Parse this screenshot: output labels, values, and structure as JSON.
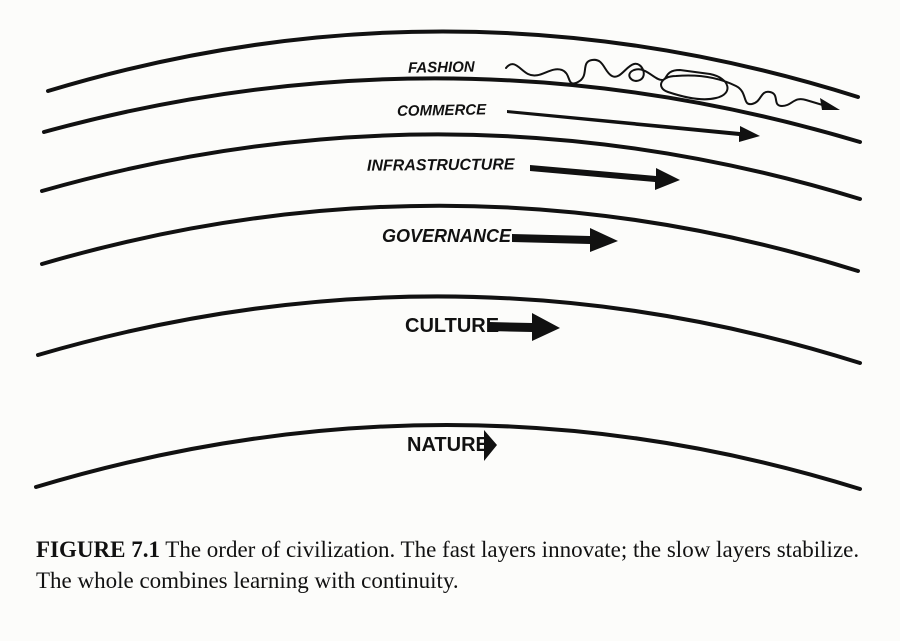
{
  "diagram": {
    "layers": [
      {
        "id": "fashion",
        "label": "FASHION"
      },
      {
        "id": "commerce",
        "label": "COMMERCE"
      },
      {
        "id": "infrastructure",
        "label": "INFRASTRUCTURE"
      },
      {
        "id": "governance",
        "label": "GOVERNANCE"
      },
      {
        "id": "culture",
        "label": "CULTURE"
      },
      {
        "id": "nature",
        "label": "NATURE"
      }
    ]
  },
  "caption": {
    "figure_number": "FIGURE 7.1",
    "text": "The order of civilization. The fast layers innovate; the slow layers stabilize. The whole combines learning with continuity."
  },
  "colors": {
    "ink": "#111111",
    "paper": "#fcfcfa"
  }
}
